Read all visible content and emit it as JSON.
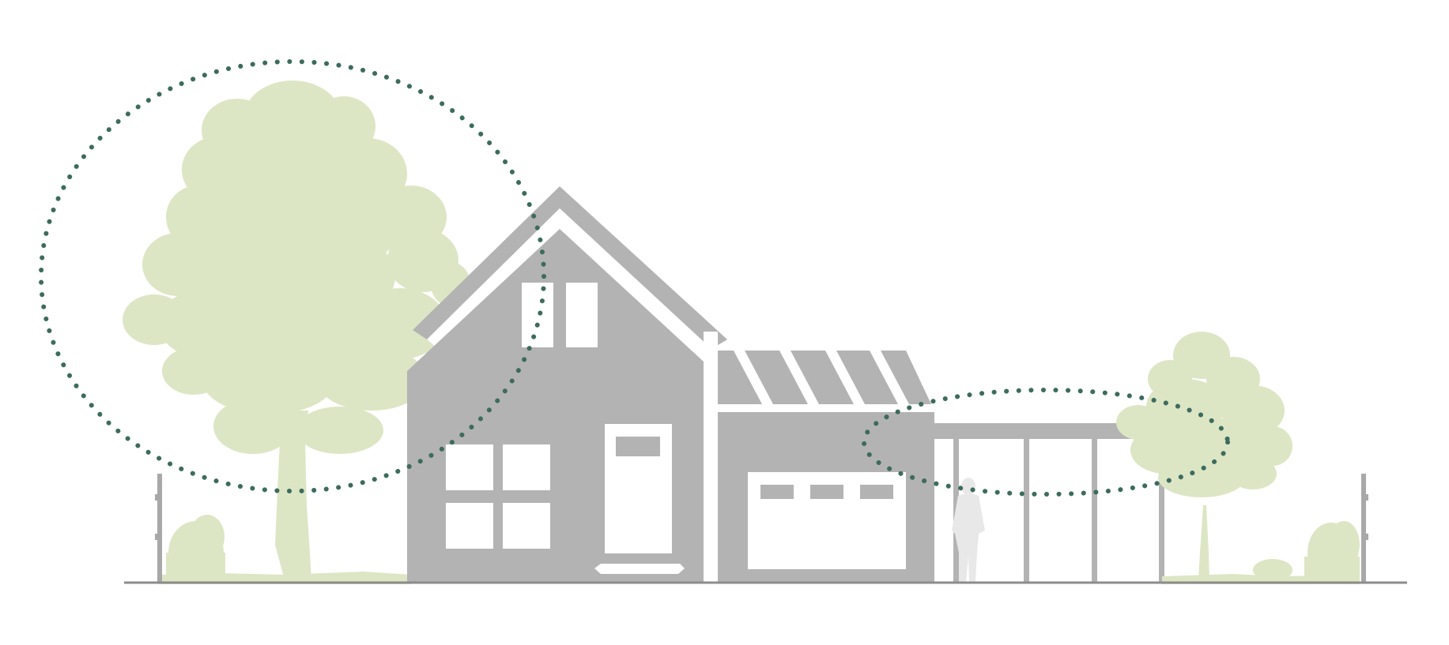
{
  "illustration": {
    "subject": "house-elevation-with-trees",
    "colors": {
      "background": "#ffffff",
      "house": "#b3b3b3",
      "house_openings": "#ffffff",
      "foliage": "#dce6c4",
      "trunk": "#d7e2bd",
      "ground_line": "#8c8c8c",
      "highlight_dots": "#3d6b5e",
      "person": "#e8e8e8",
      "fence_posts": "#a8a8a8"
    },
    "highlights": [
      {
        "name": "large-tree-canopy-highlight"
      },
      {
        "name": "carport-roof-highlight"
      }
    ]
  }
}
